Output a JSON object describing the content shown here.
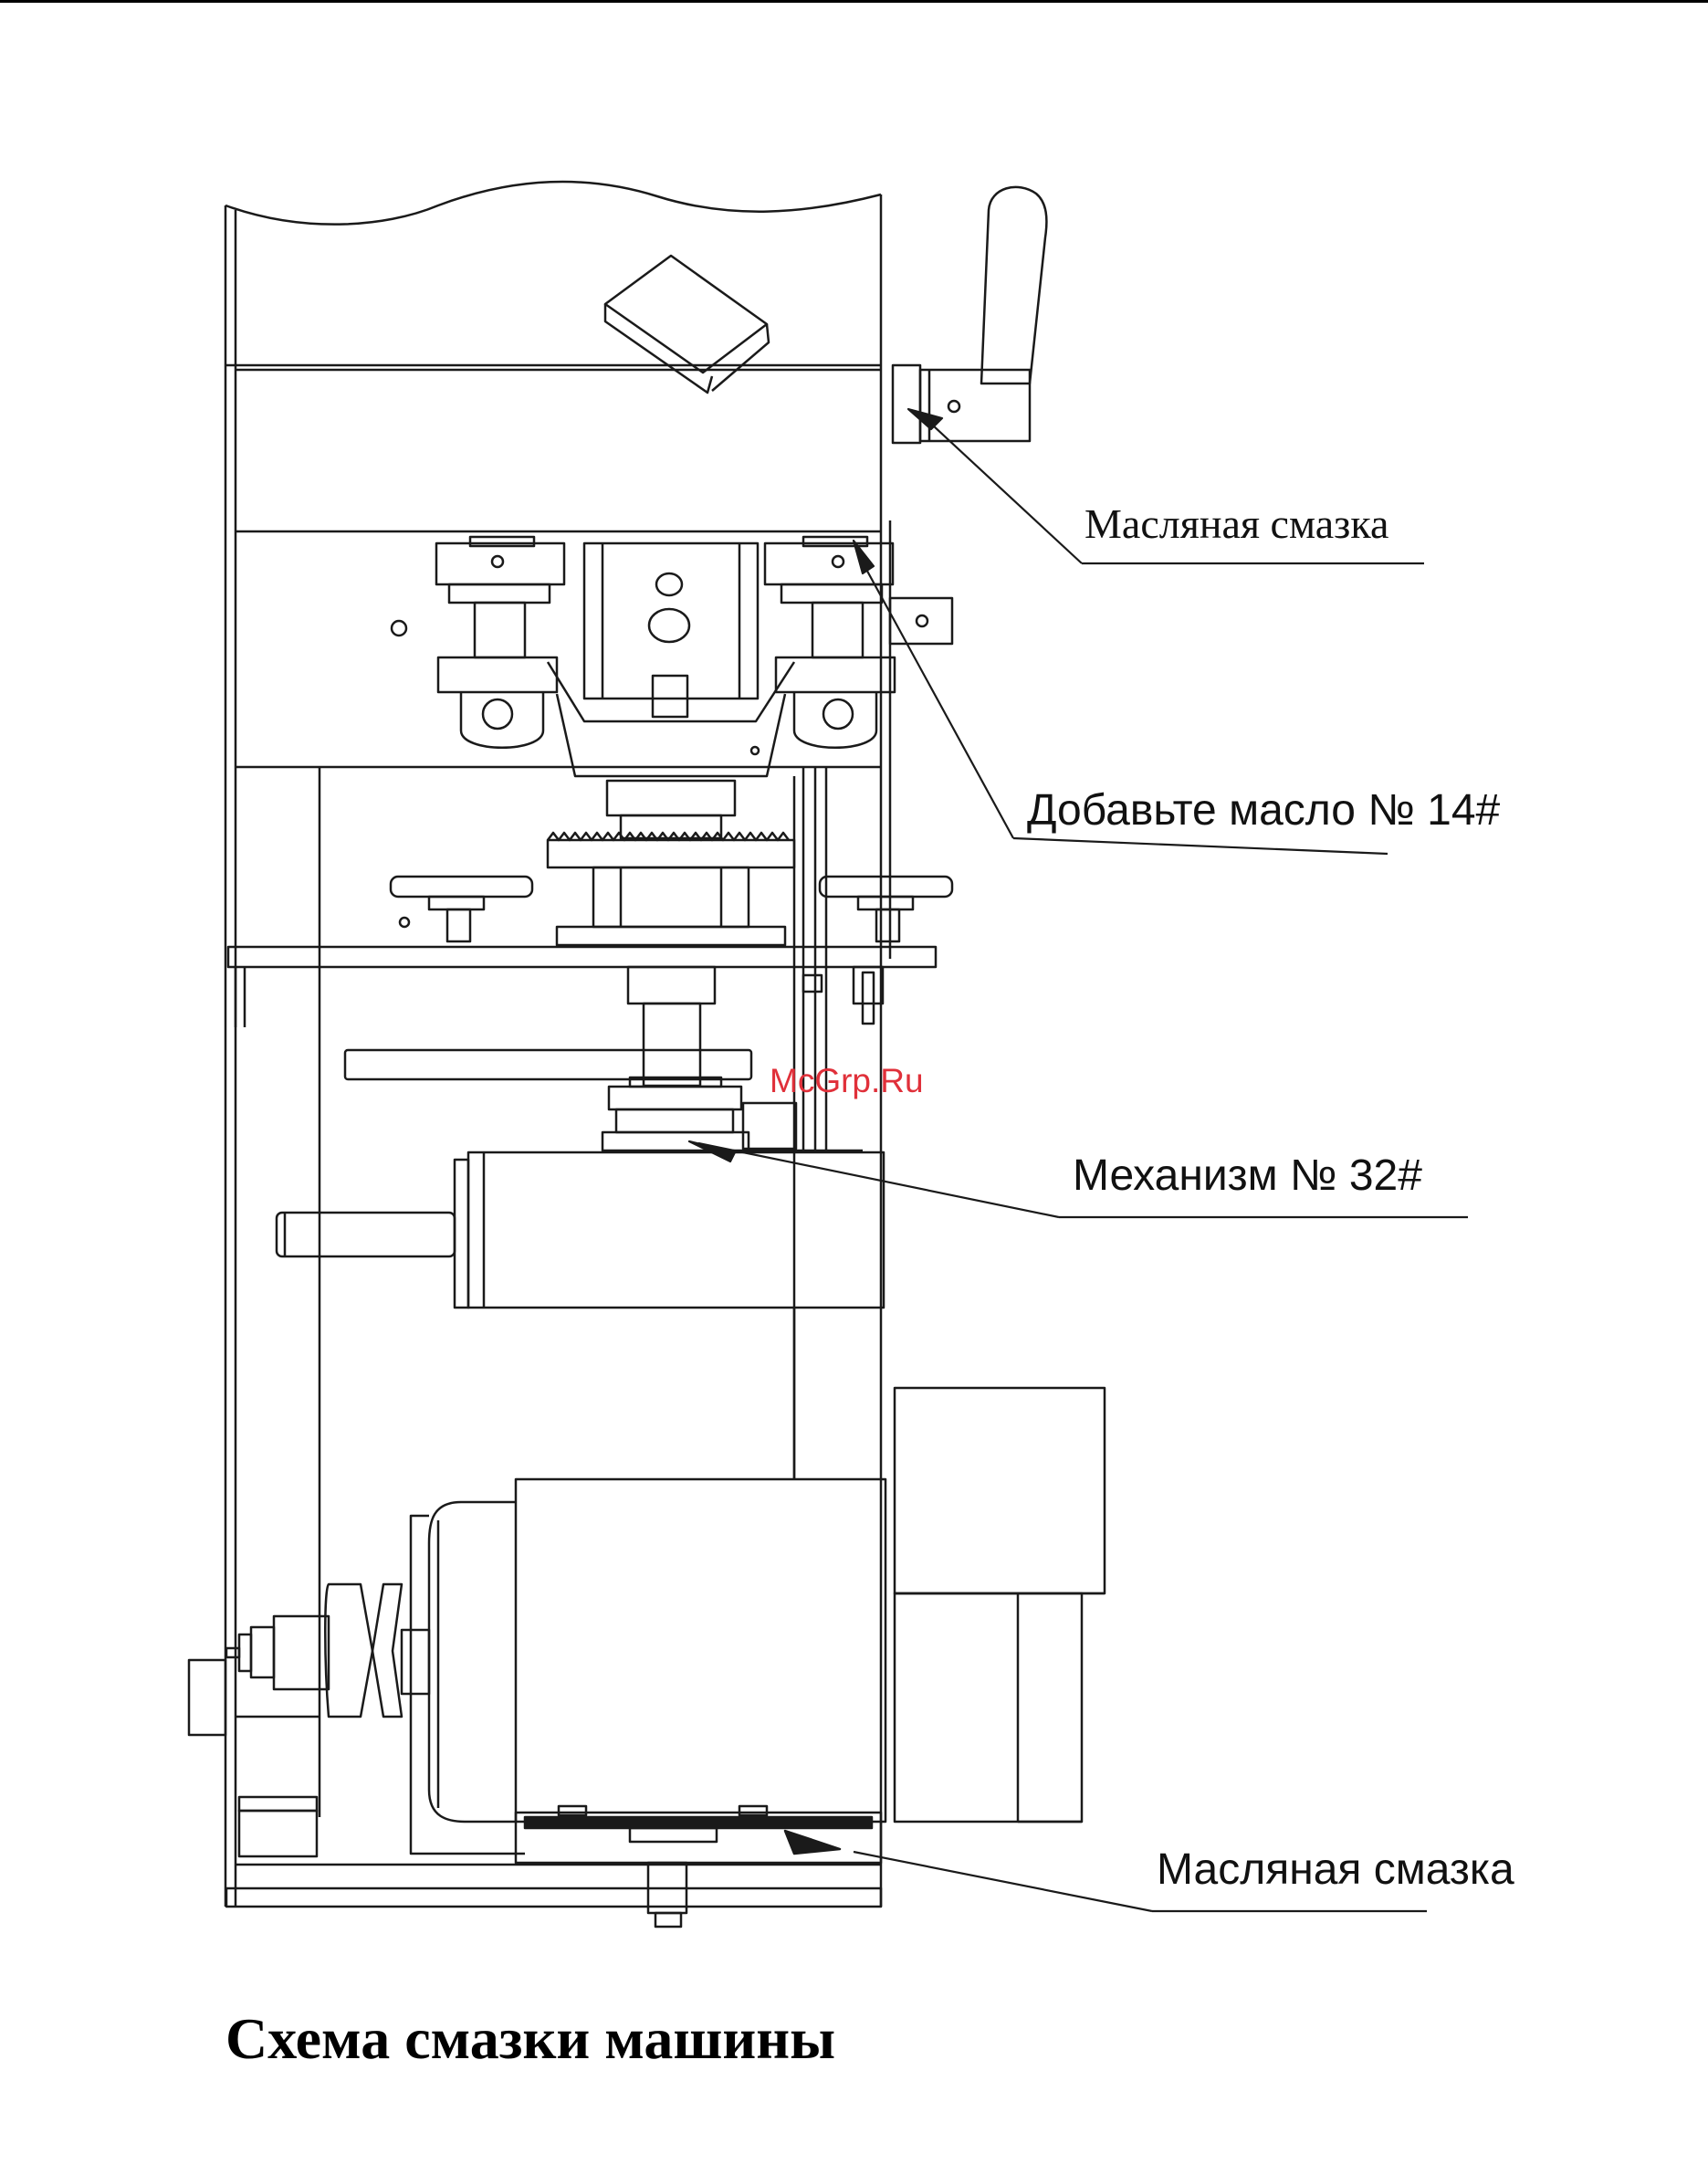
{
  "callouts": {
    "oil_top": "Масляная смазка",
    "add_oil": "Добавьте масло № 14#",
    "mechanism": "Механизм № 32#",
    "oil_bottom": "Масляная смазка"
  },
  "watermark": "McGrp.Ru",
  "caption": "Схема смазки машины",
  "colors": {
    "line": "#1a1a1a",
    "watermark": "#e0303a"
  }
}
